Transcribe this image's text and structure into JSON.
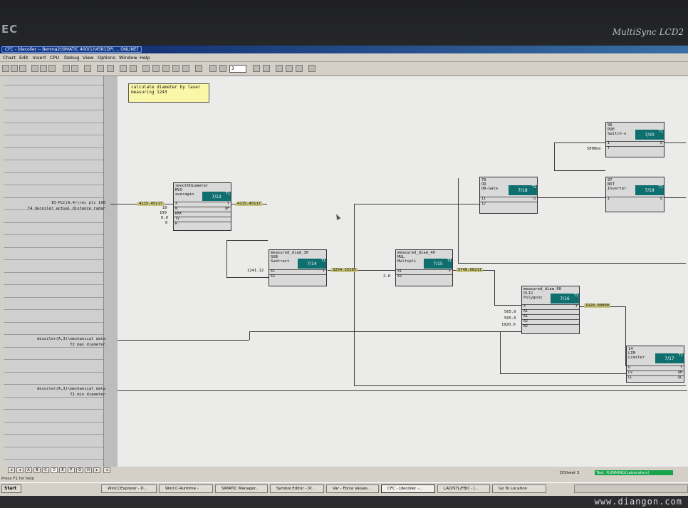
{
  "monitor": {
    "brand_left": "EC",
    "brand_right": "MultiSync LCD2"
  },
  "window": {
    "title": "CFC - [decoiler -- Benma2\\SIMATIC 400(1)\\4581DP\\ ... ONLINE]"
  },
  "menu": [
    "Chart",
    "Edit",
    "Insert",
    "CPU",
    "Debug",
    "View",
    "Options",
    "Window",
    "Help"
  ],
  "toolbar": {
    "zoom_value": "3"
  },
  "note": {
    "text": "calculate diameter by laser measuring 1243"
  },
  "left_labels": [
    {
      "line1": "IO-PLC(A,4)\\rec plc 190",
      "line2": "T4 decoiler actual distance radar"
    },
    {
      "line1": "decoiler(A,3)\\mechanical data",
      "line2": "T2 max diameter"
    },
    {
      "line1": "decoiler(A,3)\\mechanical data",
      "line2": "T1 min diameter"
    }
  ],
  "blocks": {
    "b13": {
      "name": "smoothDiameter",
      "type": "MVS",
      "desc": "averagin",
      "badge": "7/13",
      "pins_in": [
        "X",
        "N",
        "RMX",
        "TV",
        "R"
      ],
      "pins_out": [
        "Y",
        "QF"
      ],
      "inputs": [
        "10",
        "100",
        "0.0",
        "0"
      ]
    },
    "b14": {
      "name": "measured_diam_30",
      "type": "SUB",
      "desc": "Subtract",
      "badge": "7/14",
      "pins_in": [
        "X1",
        "X2"
      ],
      "pins_out": [
        "Y"
      ],
      "inputs": [
        "1241.12"
      ]
    },
    "b15": {
      "name": "measured_diam_40",
      "type": "MUL",
      "desc": "Multipli",
      "badge": "7/15",
      "pins_in": [
        "X1",
        "X2"
      ],
      "pins_out": [
        "Y"
      ],
      "inputs": [
        "2.0"
      ]
    },
    "b16": {
      "name": "measured_diam_60",
      "type": "PLI2",
      "desc": "Polygonz",
      "badge": "7/16",
      "pins_in": [
        "X",
        "A1",
        "B1",
        "A2",
        "B2"
      ],
      "pins_out": [
        "Y"
      ],
      "inputs": [
        "565.0",
        "565.0",
        "1920.0"
      ]
    },
    "b17": {
      "name": "14",
      "type": "LIM",
      "desc": "Limiter",
      "badge": "7/17",
      "pins_in": [
        "U",
        "LV",
        "LL"
      ],
      "pins_out": [
        "Y",
        "QH",
        "QL"
      ]
    },
    "b18": {
      "name": "79",
      "type": "OR",
      "desc": "OR-Gate",
      "badge": "7/18",
      "pins_in": [
        "I1",
        "I2"
      ],
      "pins_out": [
        "Q"
      ]
    },
    "b19": {
      "name": "97",
      "type": "NOT",
      "desc": "Inverter",
      "badge": "7/19",
      "pins_in": [
        "I"
      ],
      "pins_out": [
        "Q"
      ]
    },
    "b20": {
      "name": "96",
      "type": "PDE",
      "desc": "Switch-o",
      "badge": "7/20",
      "pins_in": [
        "I",
        "T"
      ],
      "pins_out": [
        "Q"
      ],
      "inputs": [
        "5000ms"
      ]
    }
  },
  "values": {
    "in_radar": "4115.45117",
    "out_smooth": "4115.45117",
    "out_sub": "3254.33105",
    "out_mul": "5748.66211",
    "out_poly": "1920.00000"
  },
  "sheet_tabs": [
    "A",
    "B",
    "C",
    "D",
    "E",
    "F",
    "G",
    "H"
  ],
  "sheet_label": "D/Sheet 3",
  "status": {
    "test_badge": "Test: RUNNING(Laboratory)",
    "help": "Press F1 for help"
  },
  "taskbar": {
    "start": "Start",
    "tasks": [
      "WinCCExplorer - D...",
      "WinCC-Runtime -",
      "SIMATIC Manager...",
      "Symbol Editor - [P...",
      "Var - Force Values...",
      "CFC - [decoiler -...",
      "LAD/STL/FBD - [...",
      "Go To Location"
    ]
  },
  "watermark": "www.diangon.com"
}
